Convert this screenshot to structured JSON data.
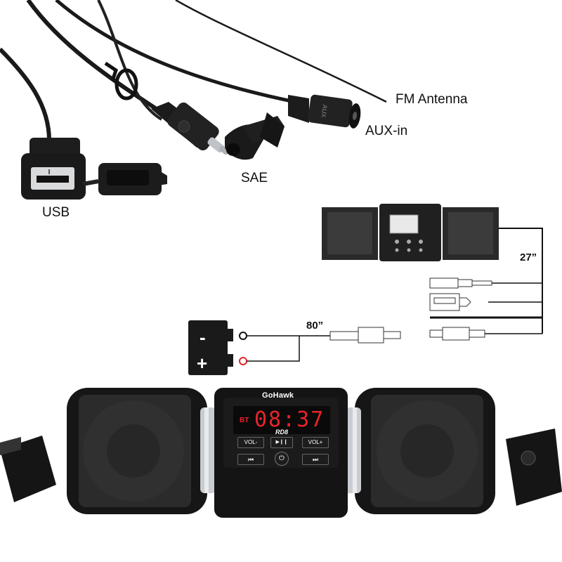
{
  "cables": {
    "fm_antenna": "FM Antenna",
    "aux_in": "AUX-in",
    "sae": "SAE",
    "usb": "USB",
    "aux_plug_text": "AUX"
  },
  "diagram": {
    "lead_length_top": "27”",
    "lead_length_battery": "80”",
    "battery_minus": "-",
    "battery_plus": "+"
  },
  "device": {
    "brand": "GoHawk",
    "display_mode": "BT",
    "display_time": "08:37",
    "model": "RD8",
    "buttons": {
      "vol_down": "VOL-",
      "play_pause": "▶❙❙",
      "vol_up": "VOL+",
      "prev": "⏮",
      "power": "⏻",
      "next": "⏭"
    },
    "colors": {
      "display_red": "#e8232a",
      "body": "#111111",
      "chrome": "#c9ccd0"
    }
  }
}
